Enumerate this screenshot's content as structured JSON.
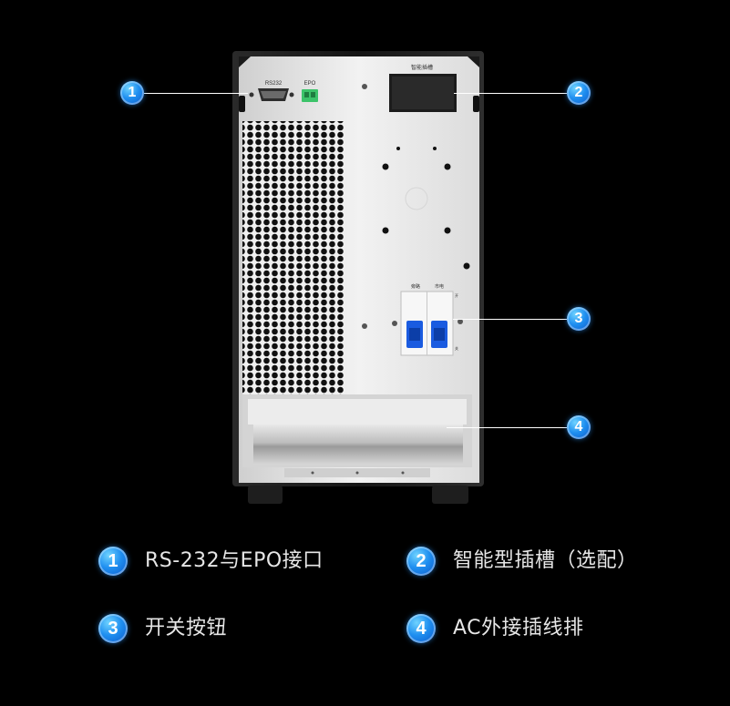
{
  "panel_labels": {
    "rs232": "RS232",
    "epo": "EPO",
    "slot": "智能插槽",
    "bypass": "旁路",
    "mains": "市电",
    "on": "开",
    "off": "关"
  },
  "callouts": [
    {
      "number": "1"
    },
    {
      "number": "2"
    },
    {
      "number": "3"
    },
    {
      "number": "4"
    }
  ],
  "legend": [
    {
      "number": "1",
      "label": "RS-232与EPO接口"
    },
    {
      "number": "2",
      "label": "智能型插槽（选配）"
    },
    {
      "number": "3",
      "label": "开关按钮"
    },
    {
      "number": "4",
      "label": "AC外接插线排"
    }
  ],
  "colors": {
    "background": "#000000",
    "badge": "#1f8ff0",
    "panel": "#e9e9e9",
    "breaker_toggle": "#1a5be0",
    "epo_terminal": "#3cc36a"
  }
}
